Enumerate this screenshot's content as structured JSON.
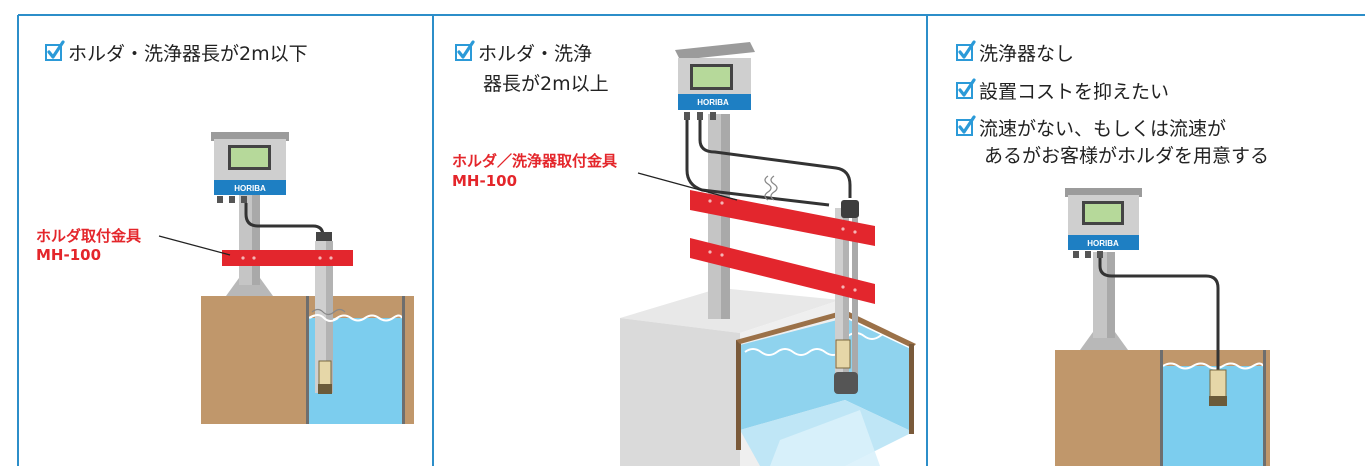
{
  "colors": {
    "frame_blue": "#2c8ec9",
    "check_blue": "#2b9ad8",
    "label_red": "#e4262b",
    "bracket_red": "#e3262d",
    "soil_brown": "#c0976b",
    "water_blue": "#7ccdee",
    "horiba_blue": "#1e7fc3"
  },
  "panels": [
    {
      "conditions": [
        "ホルダ・洗浄器長が2m以下"
      ],
      "bracket_label": [
        "ホルダ取付金具",
        "MH-100"
      ],
      "brand": "HORIBA"
    },
    {
      "conditions": [
        "ホルダ・洗浄",
        "器長が2m以上"
      ],
      "bracket_label": [
        "ホルダ／洗浄器取付金具",
        "MH-100"
      ],
      "brand": "HORIBA"
    },
    {
      "conditions": [
        "洗浄器なし",
        "設置コストを抑えたい",
        "流速がない、もしくは流速が",
        "あるがお客様がホルダを用意する"
      ],
      "brand": "HORIBA"
    }
  ]
}
